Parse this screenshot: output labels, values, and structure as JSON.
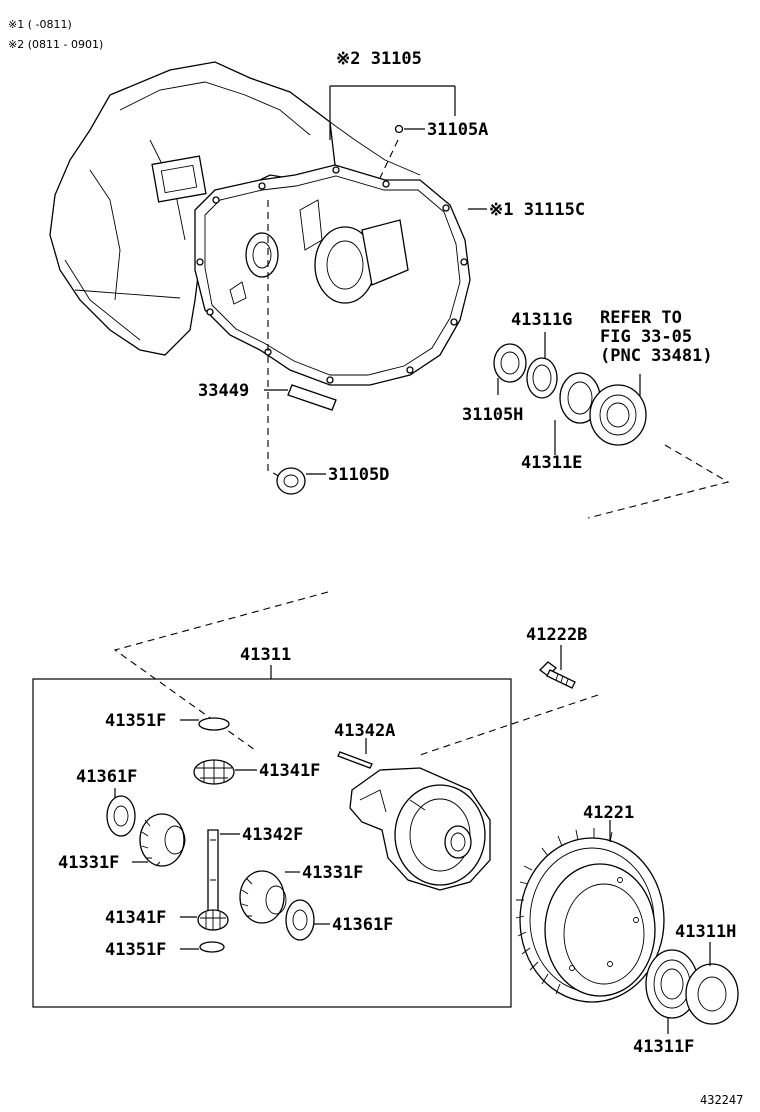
{
  "notes": {
    "note1": "※1 (       -0811)",
    "note2": "※2 (0811 - 0901)"
  },
  "labels": {
    "p31105": "※2 31105",
    "p31105A": "31105A",
    "p31115C": "※1 31115C",
    "p41311G": "41311G",
    "refer1": "REFER TO",
    "refer2": "FIG 33-05",
    "refer3": "(PNC 33481)",
    "p33449": "33449",
    "p31105H": "31105H",
    "p41311E": "41311E",
    "p31105D": "31105D",
    "p41222B": "41222B",
    "p41311": "41311",
    "p41351F_top": "41351F",
    "p41342A": "41342A",
    "p41341F_top": "41341F",
    "p41361F_left": "41361F",
    "p41342F": "41342F",
    "p41331F_left": "41331F",
    "p41331F_right": "41331F",
    "p41341F_bottom": "41341F",
    "p41361F_right": "41361F",
    "p41351F_bottom": "41351F",
    "p41221": "41221",
    "p41311H": "41311H",
    "p41311F": "41311F",
    "figure_id": "432247"
  }
}
